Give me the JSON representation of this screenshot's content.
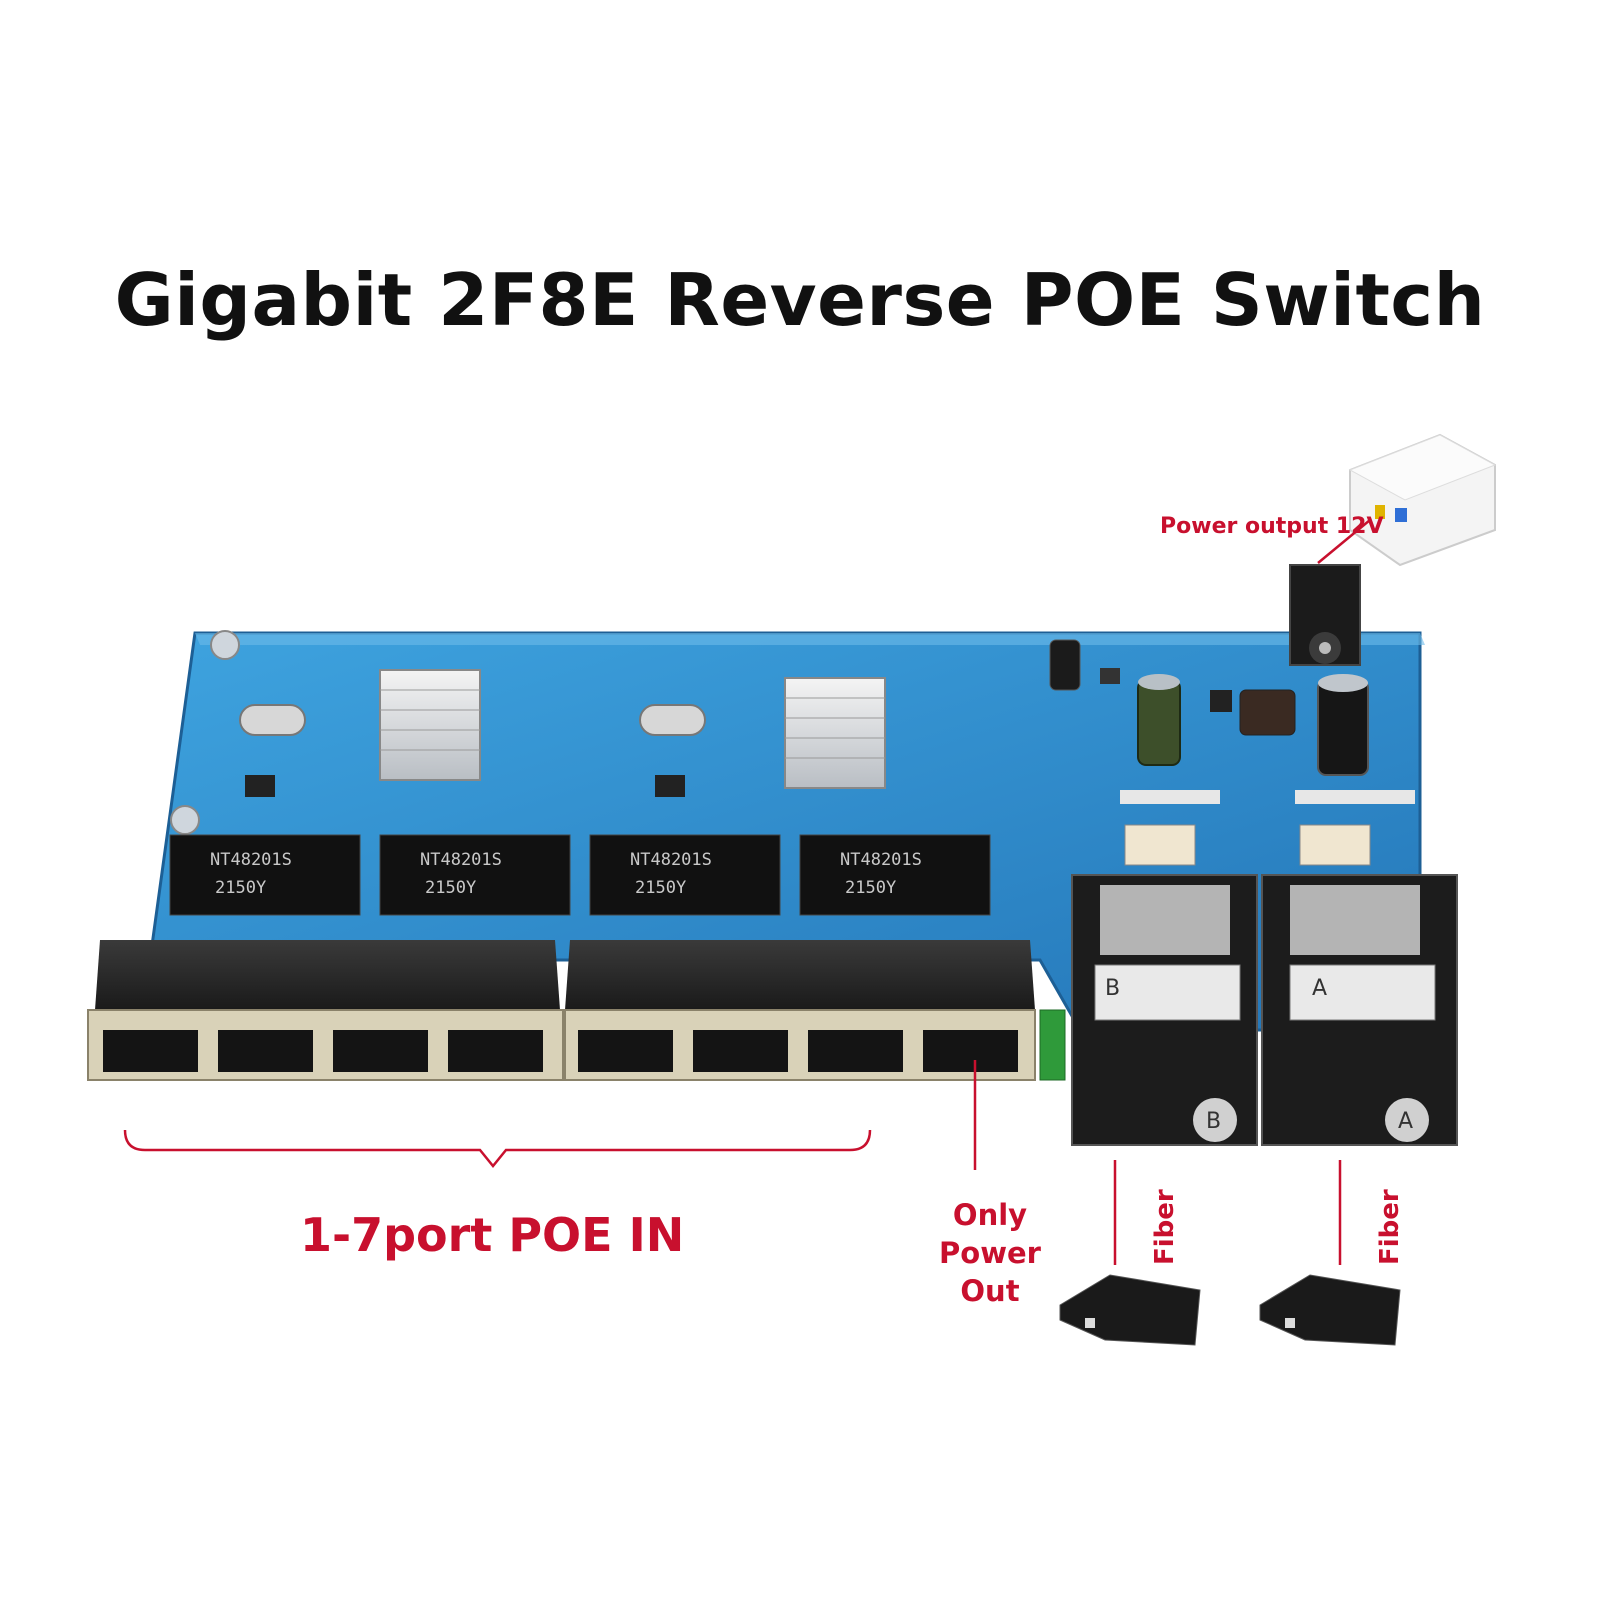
{
  "title": "Gigabit 2F8E Reverse POE Switch",
  "labels": {
    "poe_in": "1-7port POE IN",
    "only_power_out_line1": "Only",
    "only_power_out_line2": "Power Out",
    "power_output": "Power output 12V",
    "fiber_b": "Fiber",
    "fiber_a": "Fiber"
  },
  "board": {
    "chip_top": "NT48201S",
    "chip_bottom": "2150Y",
    "module_b_label": "B",
    "module_a_label": "A"
  },
  "colors": {
    "label_red": "#c8102e",
    "pcb_blue": "#2f8fd0",
    "title_black": "#111111"
  }
}
